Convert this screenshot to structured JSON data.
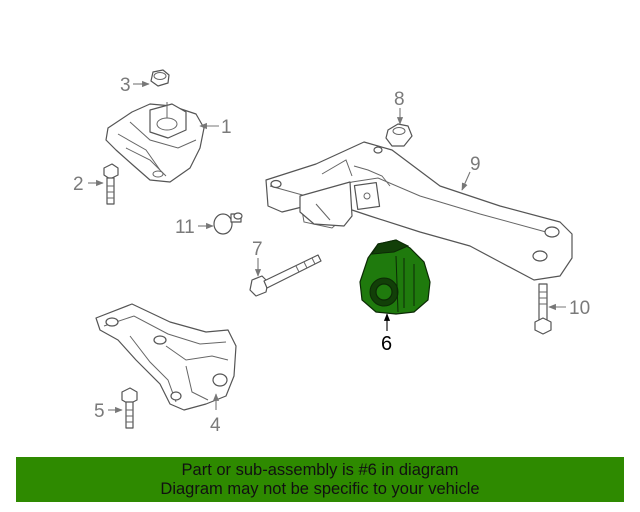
{
  "callouts": {
    "c1": "1",
    "c2": "2",
    "c3": "3",
    "c4": "4",
    "c5": "5",
    "c6": "6",
    "c7": "7",
    "c8": "8",
    "c9": "9",
    "c10": "10",
    "c11": "11"
  },
  "highlight_color": "#2e8a00",
  "banner": {
    "line1": "Part or sub-assembly is #6 in diagram",
    "line2": "Diagram may not be specific to your vehicle"
  }
}
